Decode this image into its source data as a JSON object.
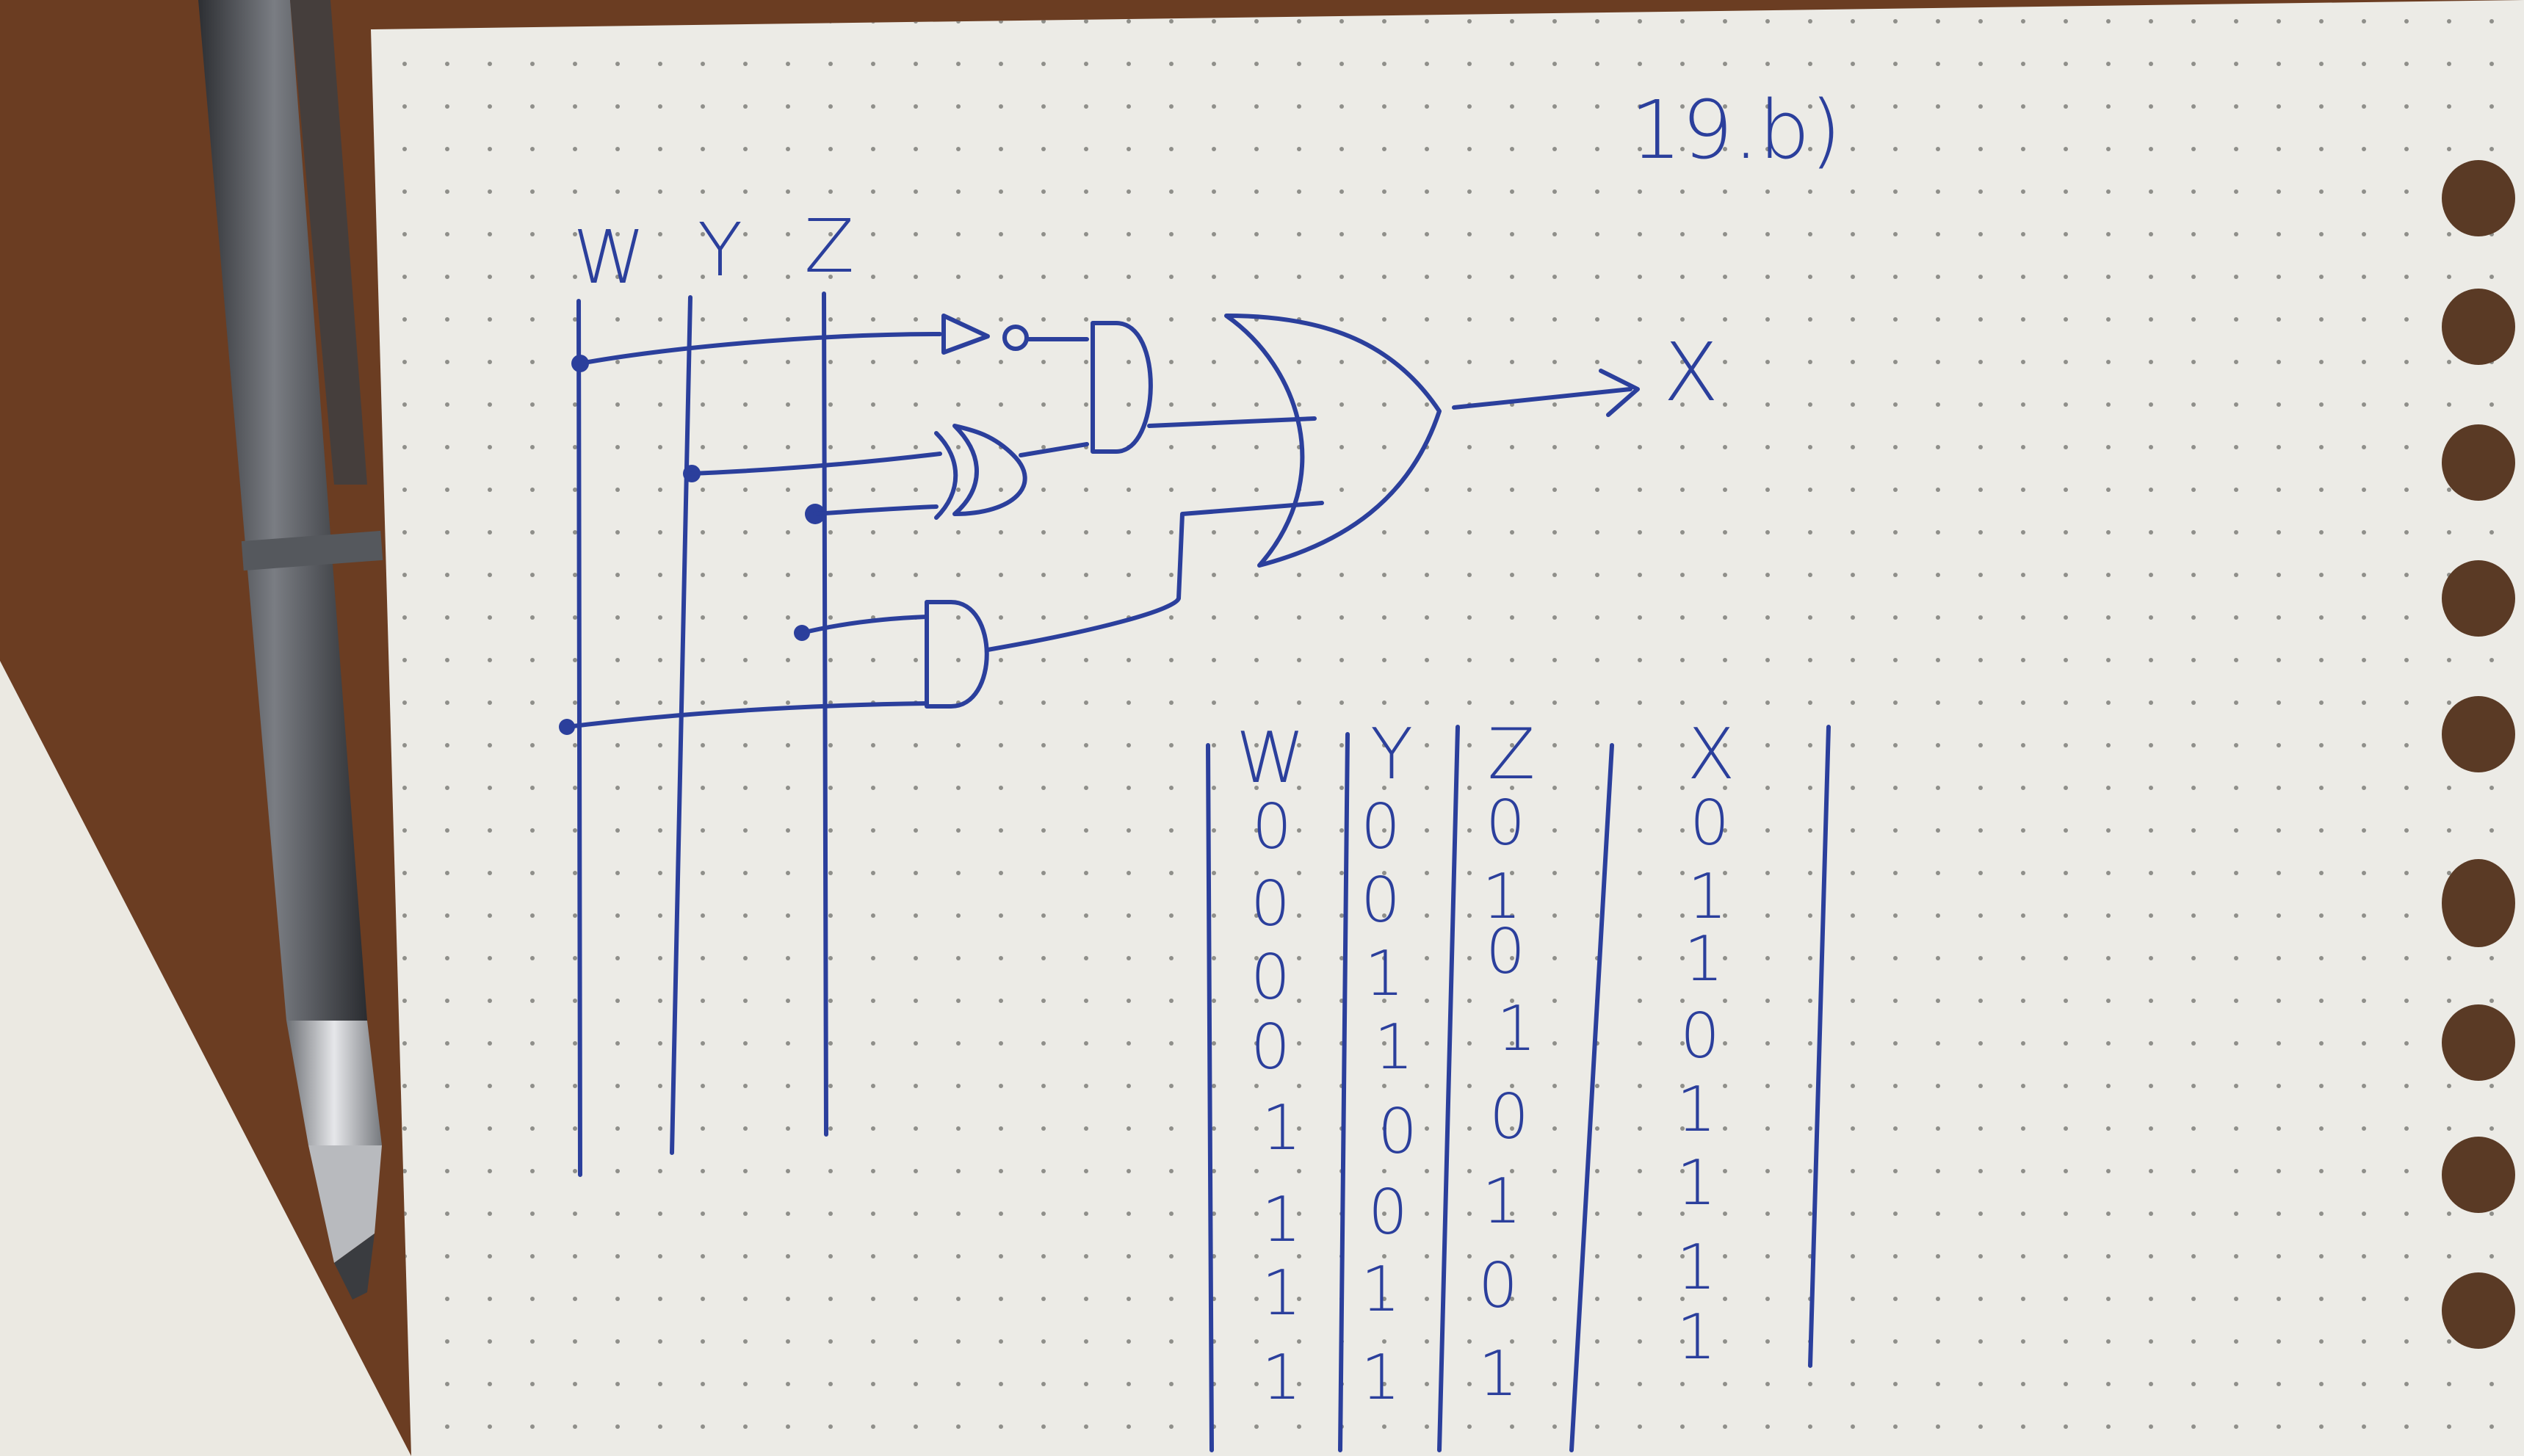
{
  "heading": "19.b)",
  "input_labels": {
    "w": "W",
    "y": "Y",
    "z": "Z"
  },
  "output_label": "X",
  "truth_table": {
    "headers": [
      "W",
      "Y",
      "Z",
      "X"
    ],
    "rows": [
      [
        "0",
        "0",
        "0",
        "0"
      ],
      [
        "0",
        "0",
        "1",
        "1"
      ],
      [
        "0",
        "1",
        "0",
        "1"
      ],
      [
        "0",
        "1",
        "1",
        "0"
      ],
      [
        "1",
        "0",
        "0",
        "1"
      ],
      [
        "1",
        "0",
        "1",
        "1"
      ],
      [
        "1",
        "1",
        "0",
        "1"
      ],
      [
        "1",
        "1",
        "1",
        "1"
      ]
    ]
  },
  "colors": {
    "ink": "#2b3f9c",
    "paper": "#ecebe6",
    "desk": "#6b3d22",
    "pen_body": "#4a4d52"
  },
  "objects": [
    "pen",
    "spiral-notebook-page"
  ]
}
